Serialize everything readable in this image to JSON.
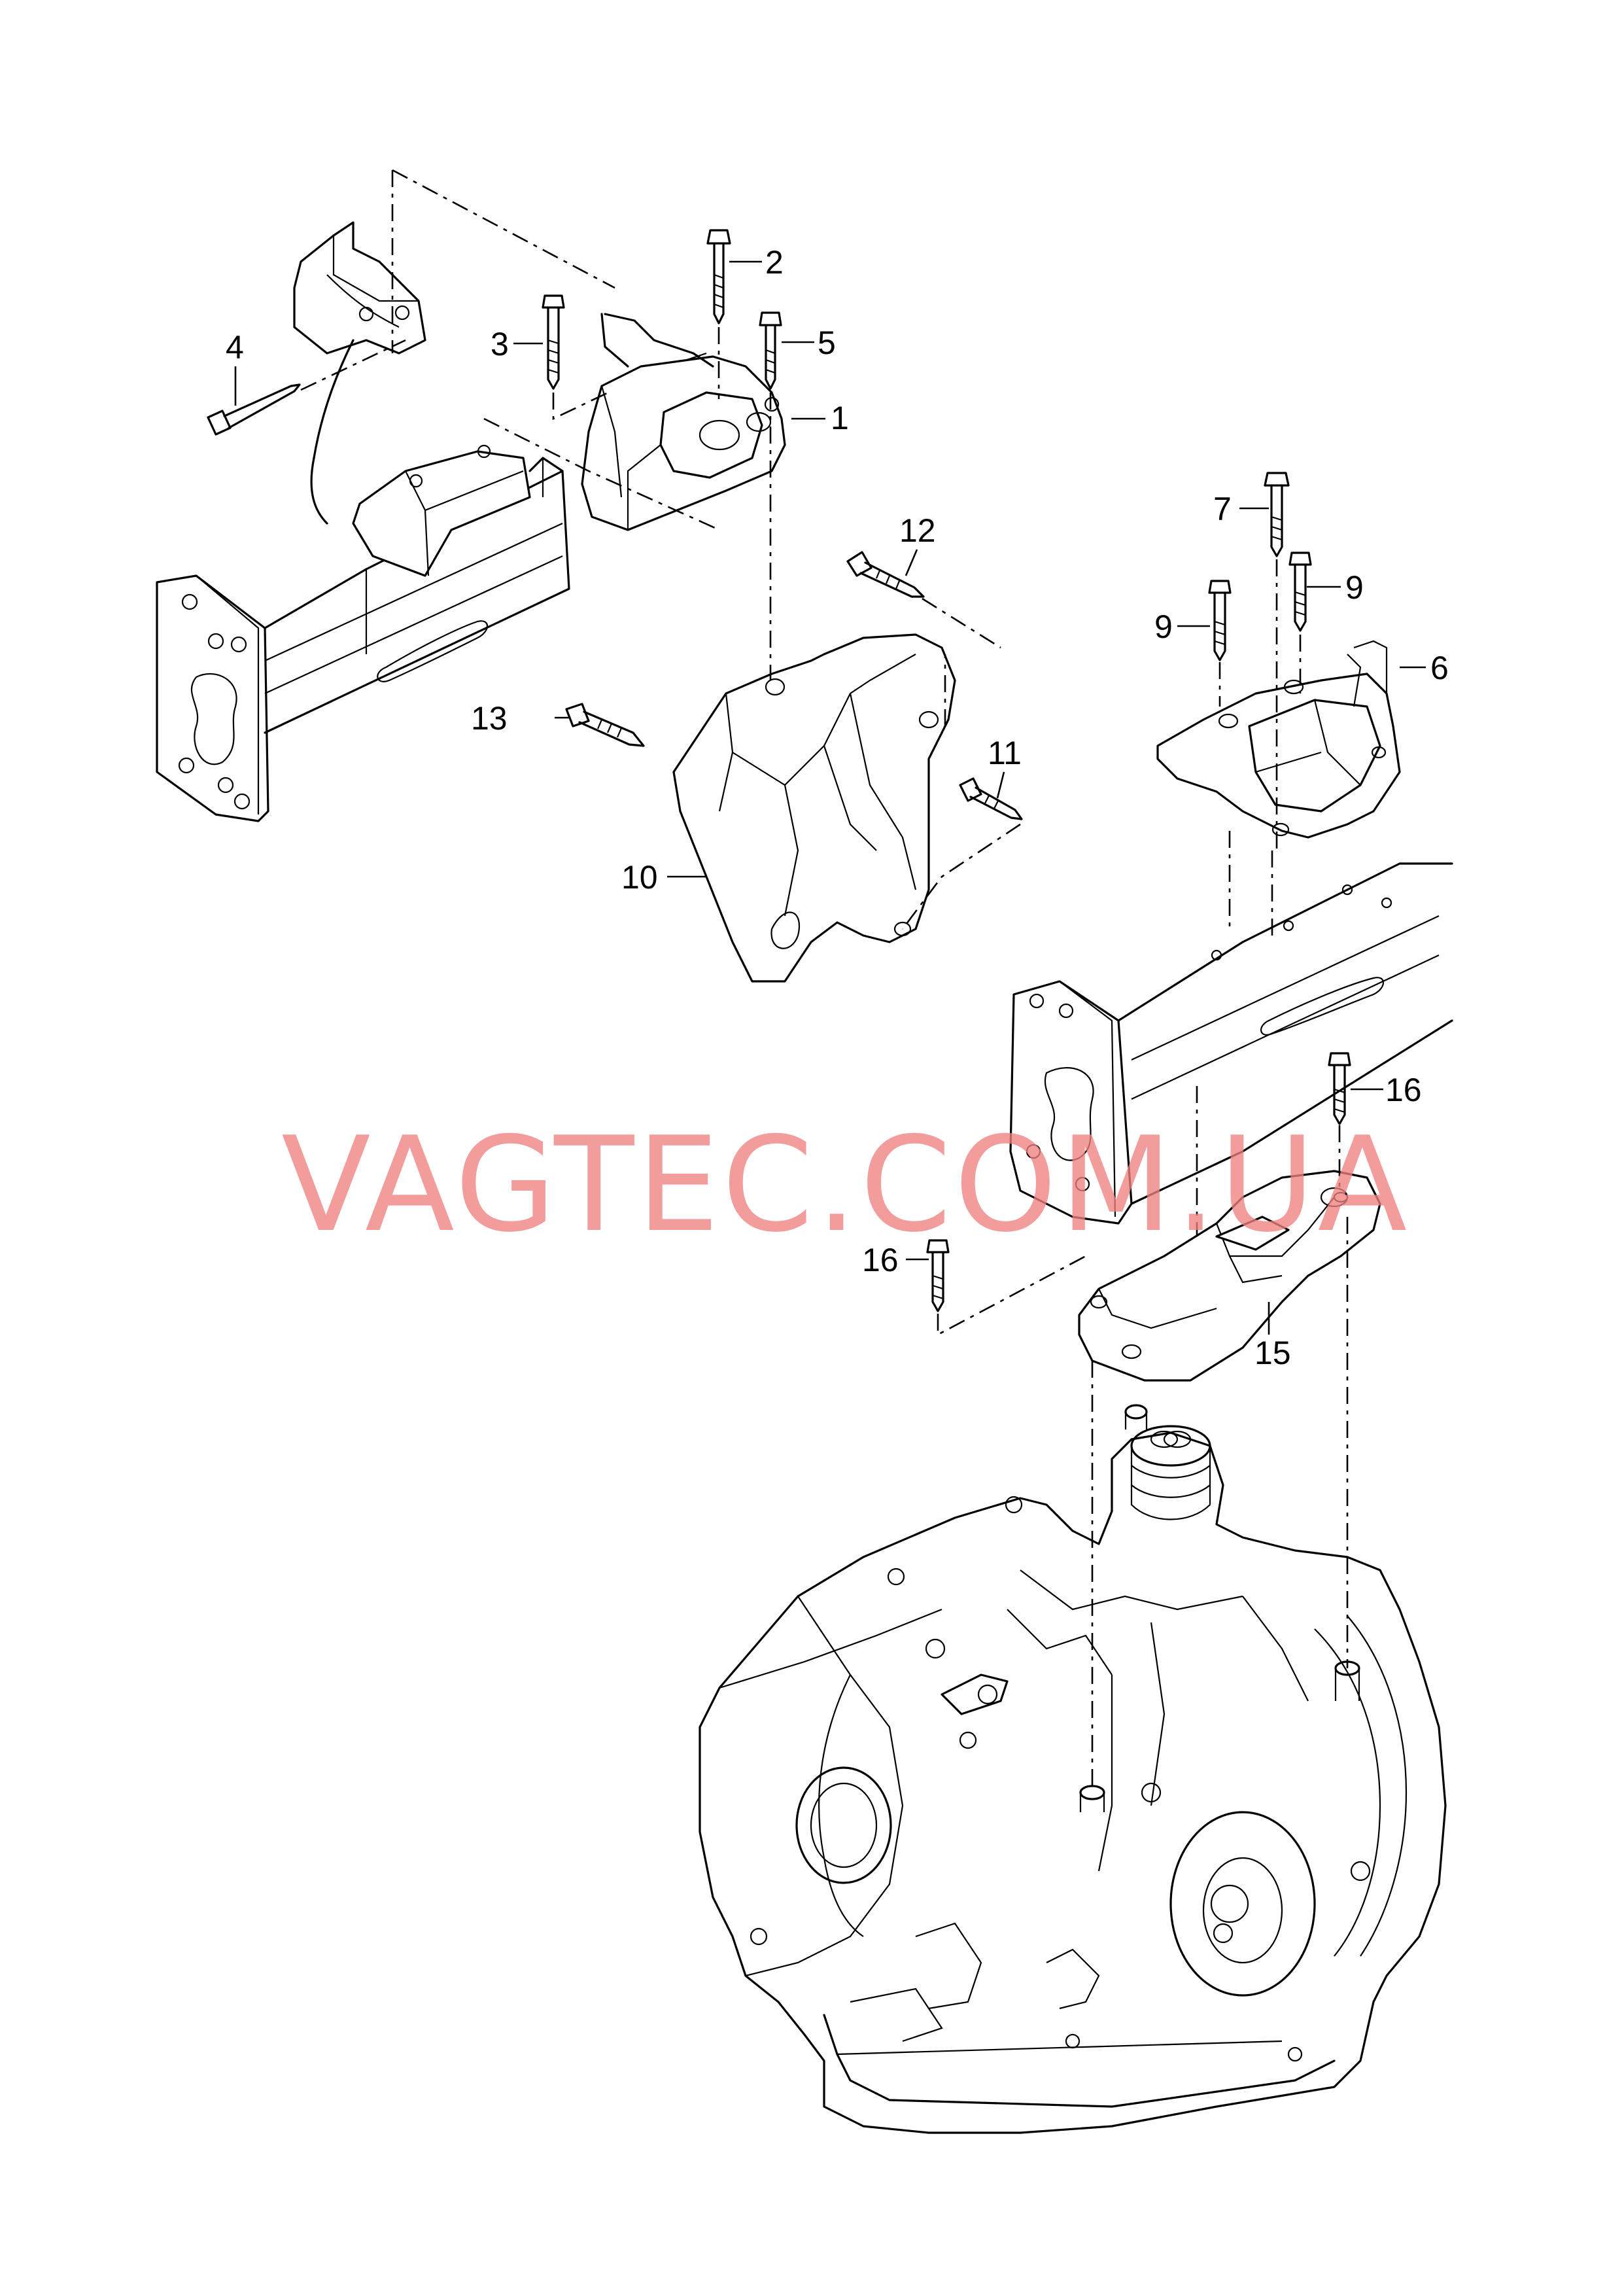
{
  "callouts": {
    "c1": "1",
    "c2": "2",
    "c3": "3",
    "c4": "4",
    "c5": "5",
    "c6": "6",
    "c7": "7",
    "c9a": "9",
    "c9b": "9",
    "c10": "10",
    "c11": "11",
    "c12": "12",
    "c13": "13",
    "c15": "15",
    "c16a": "16",
    "c16b": "16"
  },
  "watermark": "VAGTEC.COM.UA",
  "colors": {
    "line": "#000000",
    "background": "#ffffff",
    "watermark": "#f08080"
  }
}
